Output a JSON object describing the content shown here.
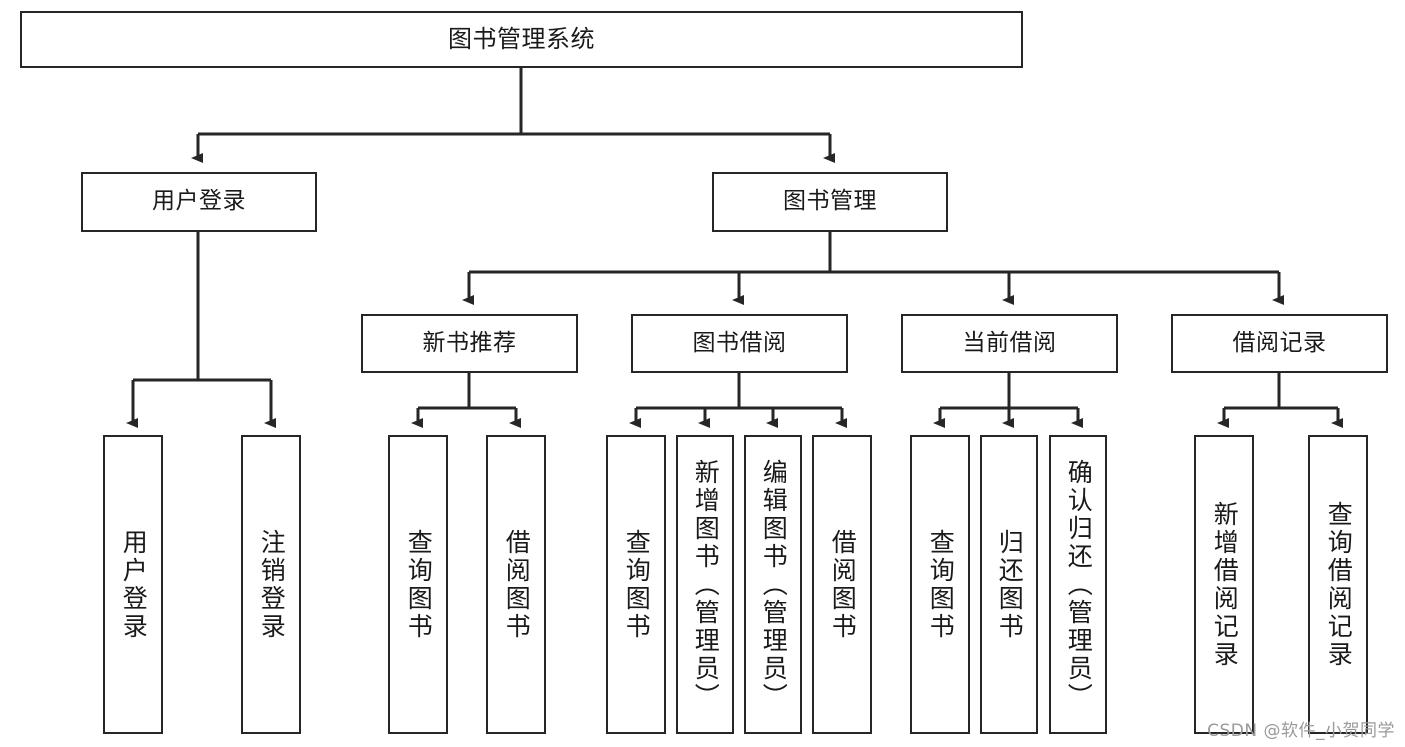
{
  "diagram": {
    "title": "图书管理系统",
    "type": "tree",
    "colors": {
      "border": "#262626",
      "background": "#ffffff",
      "text": "#1a1a1a",
      "connector": "#262626",
      "watermark": "#9a9a9a"
    },
    "watermark": "CSDN @软件_小贺同学",
    "levels": {
      "root": {
        "label": "图书管理系统"
      },
      "level2": [
        {
          "label": "用户登录"
        },
        {
          "label": "图书管理"
        }
      ],
      "level3": [
        {
          "label": "新书推荐"
        },
        {
          "label": "图书借阅"
        },
        {
          "label": "当前借阅"
        },
        {
          "label": "借阅记录"
        }
      ],
      "leaves": [
        {
          "label": "用户登录",
          "parent": "用户登录"
        },
        {
          "label": "注销登录",
          "parent": "用户登录"
        },
        {
          "label": "查询图书",
          "parent": "新书推荐"
        },
        {
          "label": "借阅图书",
          "parent": "新书推荐"
        },
        {
          "label": "查询图书",
          "parent": "图书借阅"
        },
        {
          "label": "新增图书（管理员）",
          "parent": "图书借阅"
        },
        {
          "label": "编辑图书（管理员）",
          "parent": "图书借阅"
        },
        {
          "label": "借阅图书",
          "parent": "图书借阅"
        },
        {
          "label": "查询图书",
          "parent": "当前借阅"
        },
        {
          "label": "归还图书",
          "parent": "当前借阅"
        },
        {
          "label": "确认归还（管理员）",
          "parent": "当前借阅"
        },
        {
          "label": "新增借阅记录",
          "parent": "借阅记录"
        },
        {
          "label": "查询借阅记录",
          "parent": "借阅记录"
        }
      ]
    }
  }
}
